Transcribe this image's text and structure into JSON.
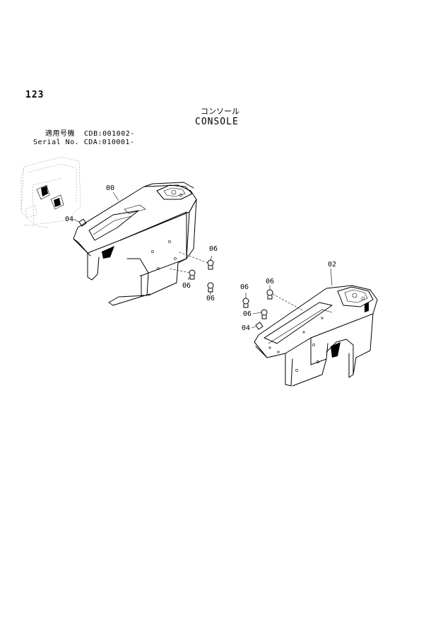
{
  "header": {
    "page_number": "123",
    "title_jp": "コンソール",
    "title_en": "CONSOLE",
    "serial_jp": "適用号機  CDB:001002-",
    "serial_en": "Serial No. CDA:010001-"
  },
  "callouts": [
    {
      "id": "c00",
      "label": "00"
    },
    {
      "id": "c04a",
      "label": "04"
    },
    {
      "id": "c06a",
      "label": "06"
    },
    {
      "id": "c06b",
      "label": "06"
    },
    {
      "id": "c06c",
      "label": "06"
    },
    {
      "id": "c02",
      "label": "02"
    },
    {
      "id": "c06d",
      "label": "06"
    },
    {
      "id": "c06e",
      "label": "06"
    },
    {
      "id": "c04b",
      "label": "04"
    }
  ]
}
